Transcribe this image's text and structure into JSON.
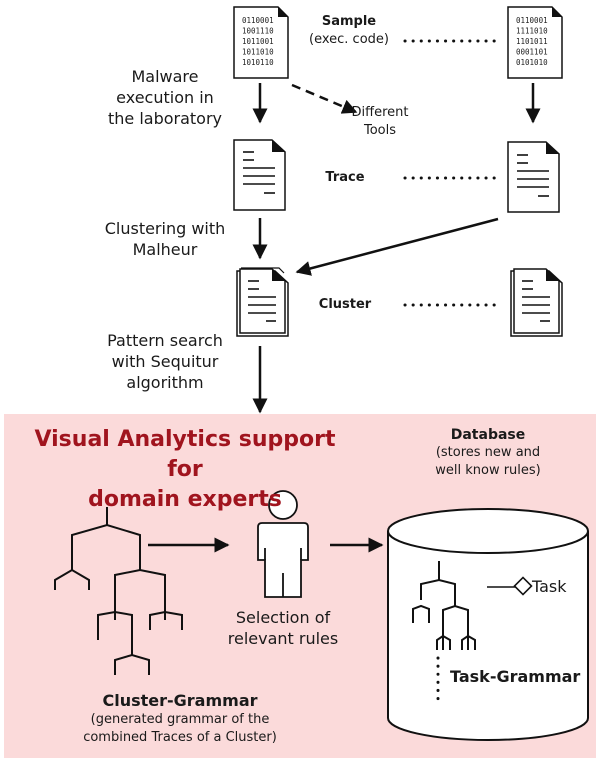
{
  "colors": {
    "panel_bg": "#fbdada",
    "accent_title": "#a0141e",
    "stroke": "#111111",
    "doc_fill": "#ffffff"
  },
  "pipeline": {
    "steps": [
      {
        "label": "Malware execution in the laboratory",
        "lines": [
          "Malware",
          "execution in",
          "the laboratory"
        ]
      },
      {
        "label": "Clustering with Malheur",
        "lines": [
          "Clustering with",
          "Malheur"
        ]
      },
      {
        "label": "Pattern search with Sequitur algorithm",
        "lines": [
          "Pattern search",
          "with Sequitur",
          "algorithm"
        ]
      }
    ],
    "rows": [
      {
        "name": "Sample",
        "sub": "(exec. code)",
        "icon": "binary-file-icon"
      },
      {
        "name": "Trace",
        "sub": "",
        "icon": "text-document-icon"
      },
      {
        "name": "Cluster",
        "sub": "",
        "icon": "document-stack-icon"
      }
    ],
    "different_tools": [
      "Different",
      "Tools"
    ],
    "sample_left_bits": [
      "0110001",
      "1001110",
      "1011001",
      "1011010",
      "1010110"
    ],
    "sample_right_bits": [
      "0110001",
      "1111010",
      "1101011",
      "0001101",
      "0101010"
    ]
  },
  "va_panel": {
    "title_lines": [
      "Visual Analytics support for",
      "domain experts"
    ],
    "cluster_grammar": {
      "title": "Cluster-Grammar",
      "desc_lines": [
        "(generated grammar of the",
        "combined Traces of a Cluster)"
      ],
      "icon": "tree-icon"
    },
    "expert": {
      "caption_lines": [
        "Selection of",
        "relevant rules"
      ],
      "icon": "person-icon"
    },
    "database": {
      "title": "Database",
      "desc_lines": [
        "(stores new and",
        "well know rules)"
      ],
      "icon": "database-cylinder-icon",
      "task_label": "Task",
      "task_grammar_label": "Task-Grammar"
    }
  }
}
